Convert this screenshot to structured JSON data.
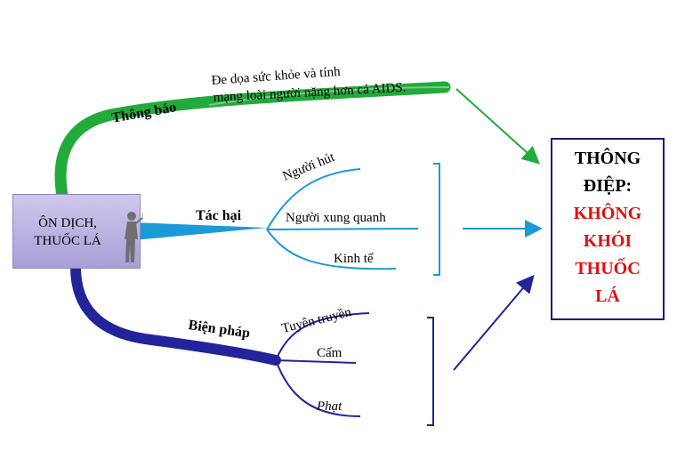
{
  "center": {
    "line1": "ÔN DỊCH,",
    "line2": "THUỐC LÁ"
  },
  "branches": {
    "thong_bao": {
      "label": "Thông báo",
      "note_line1": "Đe dọa sức khỏe và tính",
      "note_line2": "mạng loài người nặng hơn cả AIDS.",
      "color": "#22aa3a"
    },
    "tac_hai": {
      "label": "Tác hại",
      "items": [
        "Người hút",
        "Người xung quanh",
        "Kinh tế"
      ],
      "color": "#1a9ad6"
    },
    "bien_phap": {
      "label": "Biện pháp",
      "items": [
        "Tuyên truyền",
        "Cấm",
        "Phạt"
      ],
      "color": "#23239a"
    }
  },
  "message": {
    "line1": "THÔNG",
    "line2": "ĐIỆP:",
    "line3": "KHÔNG",
    "line4": "KHÓI",
    "line5": "THUỐC",
    "line6": "LÁ"
  },
  "colors": {
    "text_red": "#e01010",
    "box_border": "#1a1a7a"
  }
}
